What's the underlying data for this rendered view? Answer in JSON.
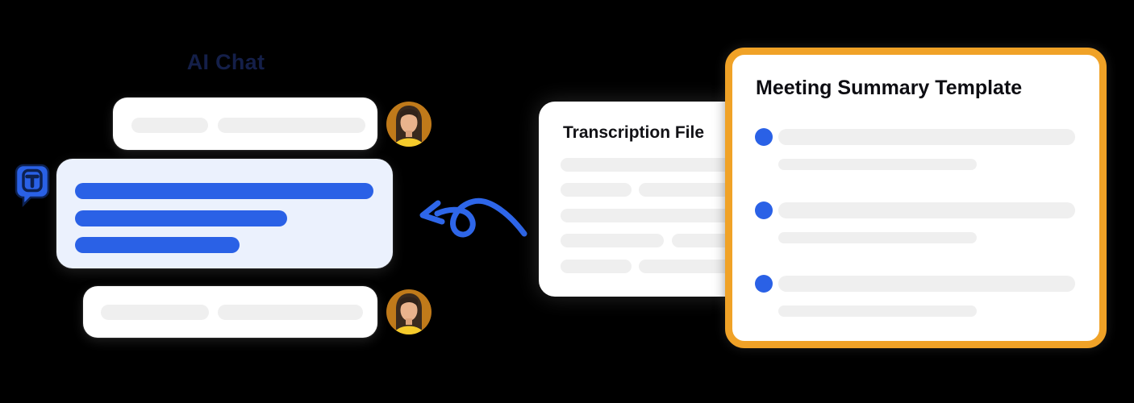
{
  "chat": {
    "title": "AI Chat"
  },
  "transcription_card": {
    "title": "Transcription File"
  },
  "summary_card": {
    "title": "Meeting Summary Template",
    "bullet_count": 3
  },
  "icons": {
    "logo": "t-speech-bubble-icon",
    "arrow": "curved-arrow-left-icon",
    "avatar": "woman-avatar"
  },
  "colors": {
    "background": "#000000",
    "accent_blue": "#2A61E6",
    "bubble_light_blue": "#EBF1FD",
    "placeholder_gray": "#EFEFEF",
    "card_border_orange": "#F0A227",
    "chat_title_navy": "#141F49",
    "avatar_background_orange": "#C07A1A"
  }
}
